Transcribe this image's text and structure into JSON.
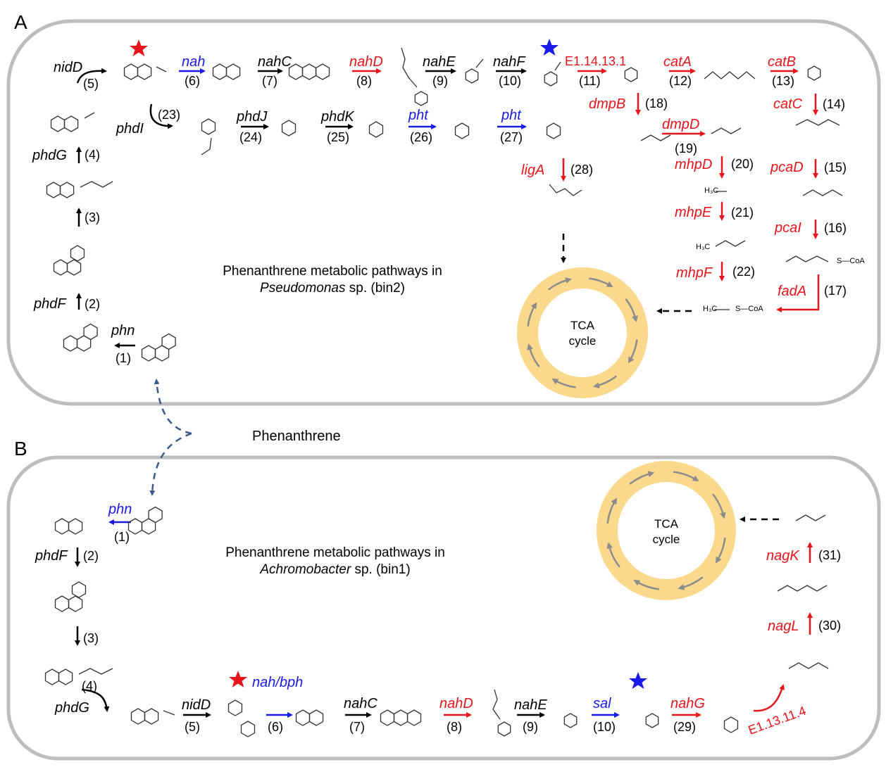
{
  "panels": {
    "a": "A",
    "b": "B"
  },
  "titles": {
    "a_line1": "Phenanthrene metabolic pathways in",
    "a_org": "Pseudomonas",
    "a_suffix": " sp. (bin2)",
    "b_line1": "Phenanthrene metabolic pathways in",
    "b_org": "Achromobacter",
    "b_suffix": " sp. (bin1)"
  },
  "phenanthrene": "Phenanthrene",
  "tca": {
    "line1": "TCA",
    "line2": "cycle"
  },
  "colors": {
    "black": "#000000",
    "red": "#e8141b",
    "blue": "#1a1ae6",
    "tca_ring": "#fbd98c",
    "border": "#bdbdbd",
    "dashed_blue": "#3a5a8c",
    "star_red": "#e8141b",
    "star_blue": "#1a1ae6"
  },
  "labels_a": {
    "phn": "phn",
    "s1": "(1)",
    "phdF": "phdF",
    "s2": "(2)",
    "s3": "(3)",
    "phdG": "phdG",
    "s4": "(4)",
    "nidD": "nidD",
    "s5": "(5)",
    "nah": "nah",
    "s6": "(6)",
    "nahC": "nahC",
    "s7": "(7)",
    "nahD": "nahD",
    "s8": "(8)",
    "nahE": "nahE",
    "s9": "(9)",
    "nahF": "nahF",
    "s10": "(10)",
    "e1": "E1.14.13.1",
    "s11": "(11)",
    "catA": "catA",
    "s12": "(12)",
    "catB": "catB",
    "s13": "(13)",
    "catC": "catC",
    "s14": "(14)",
    "pcaD": "pcaD",
    "s15": "(15)",
    "pcaI": "pcaI",
    "s16": "(16)",
    "fadA": "fadA",
    "s17": "(17)",
    "dmpB": "dmpB",
    "s18": "(18)",
    "dmpD": "dmpD",
    "s19": "(19)",
    "mhpD": "mhpD",
    "s20": "(20)",
    "mhpE": "mhpE",
    "s21": "(21)",
    "mhpF": "mhpF",
    "s22": "(22)",
    "phdI": "phdI",
    "s23": "(23)",
    "phdJ": "phdJ",
    "s24": "(24)",
    "phdK": "phdK",
    "s25": "(25)",
    "pht1": "pht",
    "s26": "(26)",
    "pht2": "pht",
    "s27": "(27)",
    "ligA": "ligA",
    "s28": "(28)",
    "chem_h3c_cho": "H₃C",
    "chem_coa1": "S—CoA",
    "chem_coa2": "S—CoA",
    "chem_h3c_2": "H₃C",
    "chem_h3c_3": "H₃C"
  },
  "labels_b": {
    "phn": "phn",
    "s1": "(1)",
    "phdF": "phdF",
    "s2": "(2)",
    "s3": "(3)",
    "phdG": "phdG",
    "s4": "(4)",
    "nidD": "nidD",
    "s5": "(5)",
    "nahbph": "nah/bph",
    "s6": "(6)",
    "nahC": "nahC",
    "s7": "(7)",
    "nahD": "nahD",
    "s8": "(8)",
    "nahE": "nahE",
    "s9": "(9)",
    "sal": "sal",
    "s10": "(10)",
    "nahG": "nahG",
    "s29": "(29)",
    "e2": "E1.13.11.4",
    "nagL": "nagL",
    "s30": "(30)",
    "nagK": "nagK",
    "s31": "(31)"
  }
}
